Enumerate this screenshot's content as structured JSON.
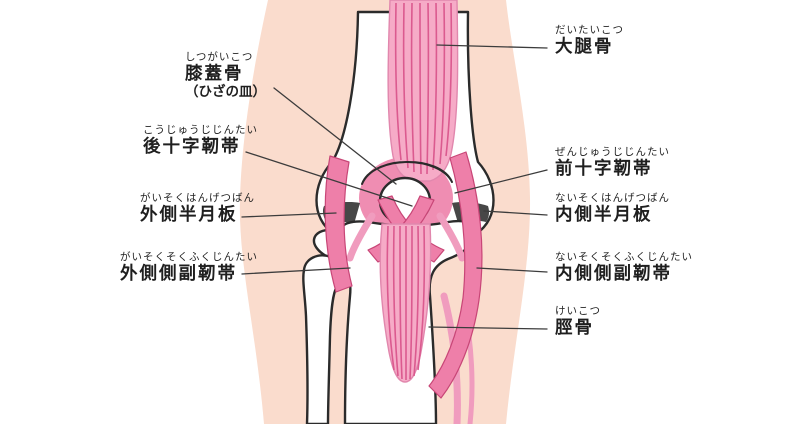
{
  "labels": {
    "femur": {
      "ruby": "だいたいこつ",
      "text": "大腿骨"
    },
    "patella": {
      "ruby": "しつがいこつ",
      "text": "膝蓋骨",
      "note": "（ひざの皿）"
    },
    "pcl": {
      "ruby": "こうじゅうじじんたい",
      "text": "後十字靭帯"
    },
    "lateral_meniscus": {
      "ruby": "がいそくはんげつばん",
      "text": "外側半月板"
    },
    "lcl": {
      "ruby": "がいそくそくふくじんたい",
      "text": "外側側副靭帯"
    },
    "acl": {
      "ruby": "ぜんじゅうじじんたい",
      "text": "前十字靭帯"
    },
    "medial_meniscus": {
      "ruby": "ないそくはんげつばん",
      "text": "内側半月板"
    },
    "mcl": {
      "ruby": "ないそくそくふくじんたい",
      "text": "内側側副靭帯"
    },
    "tibia": {
      "ruby": "けいこつ",
      "text": "脛骨"
    }
  },
  "colors": {
    "skin": "#fadccd",
    "bone": "#ffffff",
    "outline": "#2b2b2b",
    "tendon": "#f6abc7",
    "tendon_stripe": "#d9558c",
    "tendon_edge": "#e187ad",
    "band": "#ee7fa9",
    "band_edge": "#c84677",
    "halo": "#ef8db2",
    "meniscus": "#474747",
    "strand": "#f09cbe",
    "text": "#1f1f1f",
    "leader": "#3c3c3c"
  }
}
